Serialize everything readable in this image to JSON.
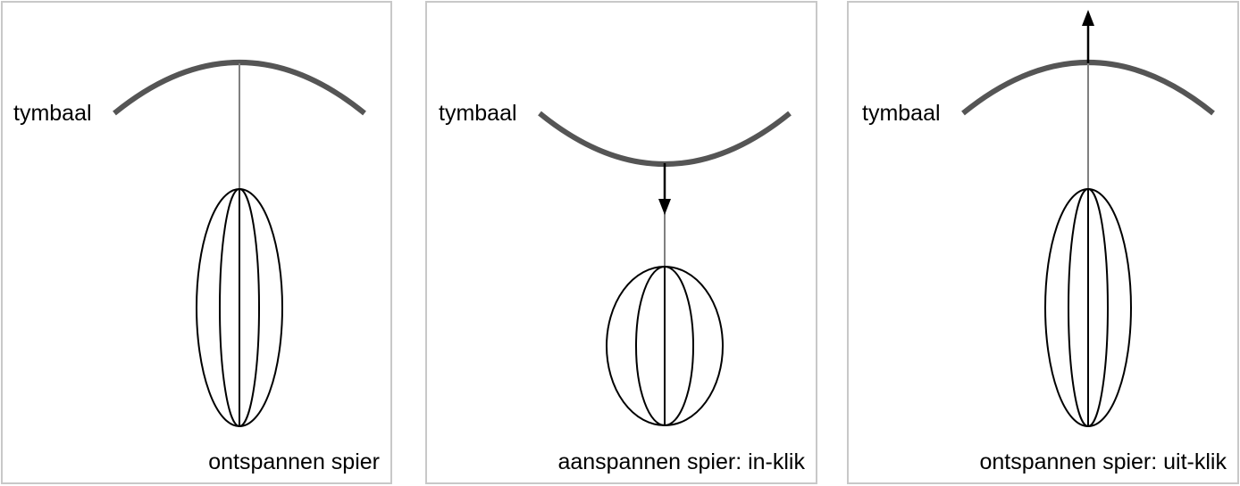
{
  "colors": {
    "tymbal": "#555555",
    "connector": "#808080",
    "muscle": "#000000",
    "arrow": "#000000",
    "border": "#c8c8c8"
  },
  "panels": [
    {
      "id": "relaxed",
      "tymbal_label": "tymbaal",
      "caption": "ontspannen spier",
      "tymbal_shape": "convex",
      "muscle_state": "elongated",
      "arrow": "none"
    },
    {
      "id": "contracted",
      "tymbal_label": "tymbaal",
      "caption": "aanspannen spier: in-klik",
      "tymbal_shape": "concave",
      "muscle_state": "contracted",
      "arrow": "down"
    },
    {
      "id": "release",
      "tymbal_label": "tymbaal",
      "caption": "ontspannen spier: uit-klik",
      "tymbal_shape": "convex",
      "muscle_state": "elongated",
      "arrow": "up"
    }
  ]
}
